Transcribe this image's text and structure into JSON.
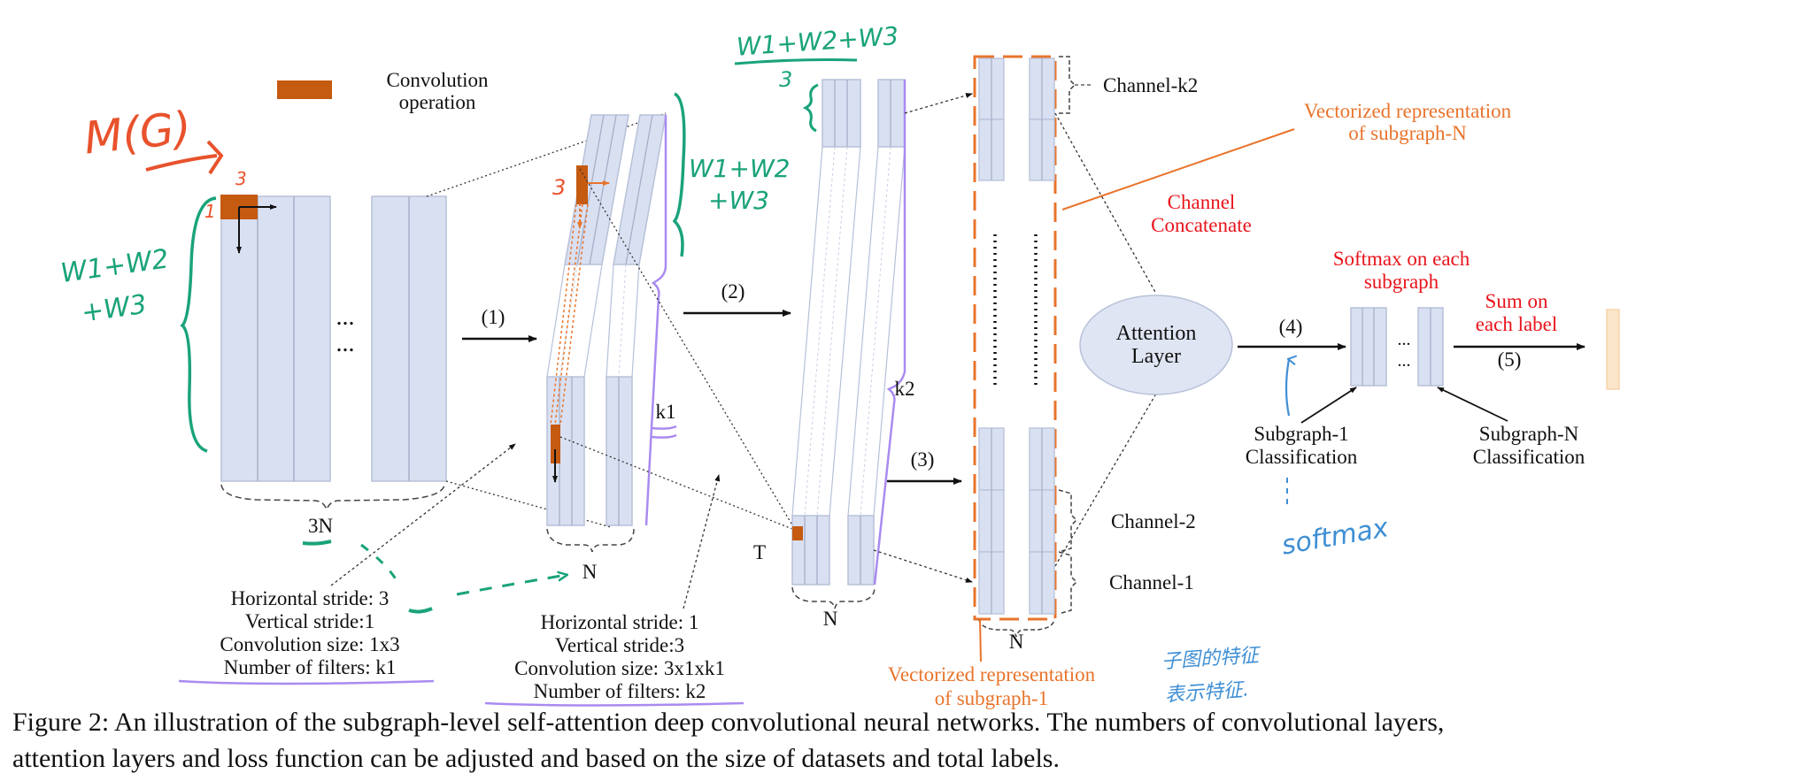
{
  "legend": {
    "swatch_color": "#c55a11",
    "label_line1": "Convolution",
    "label_line2": "operation"
  },
  "labels": {
    "dim_3n": "3N",
    "dim_n1": "N",
    "dim_n2": "N",
    "dim_n3": "N",
    "dim_k1": "k1",
    "dim_k2": "k2",
    "dim_t": "T",
    "step1": "(1)",
    "step2": "(2)",
    "step3": "(3)",
    "step4": "(4)",
    "step5": "(5)",
    "dots_h1": "...",
    "dots_h2": "...",
    "dots_s1": "...",
    "dots_s2": "..."
  },
  "conv1_params": [
    "Horizontal stride: 3",
    "Vertical stride:1",
    "Convolution size: 1x3",
    "Number of filters: k1"
  ],
  "conv2_params": [
    "Horizontal stride: 1",
    "Vertical stride:3",
    "Convolution size: 3x1xk1",
    "Number of filters: k2"
  ],
  "channels": {
    "top": "Channel-k2",
    "mid": "Channel-2",
    "bottom": "Channel-1"
  },
  "vectorized": {
    "top_line1": "Vectorized representation",
    "top_line2": "of subgraph-N",
    "bottom_line1": "Vectorized representation",
    "bottom_line2": "of subgraph-1"
  },
  "concat": {
    "line1": "Channel",
    "line2": "Concatenate"
  },
  "attention": {
    "line1": "Attention",
    "line2": "Layer"
  },
  "softmax": {
    "line1": "Softmax on each",
    "line2": "subgraph"
  },
  "sum": {
    "line1": "Sum on",
    "line2": "each label"
  },
  "classification": {
    "sub1_line1": "Subgraph-1",
    "sub1_line2": "Classification",
    "subN_line1": "Subgraph-N",
    "subN_line2": "Classification"
  },
  "handwritten": {
    "mg": "M(G)",
    "w_left_1": "W1+W2",
    "w_left_2": "+W3",
    "w_mid_1": "W1+W2",
    "w_mid_2": "+W3",
    "w_top": "W1+W2+W3",
    "three_a": "3",
    "three_b": "3",
    "three_c": "3",
    "one": "1",
    "softmax": "softmax",
    "cn_line1": "子图的特征",
    "cn_line2": "表示特征."
  },
  "caption": {
    "line1": "Figure 2:  An illustration of the subgraph-level self-attention deep convolutional neural networks.  The numbers of convolutional layers,",
    "line2": "attention layers and loss function can be adjusted and based on the size of datasets and total labels."
  },
  "colors": {
    "block_fill": "#d9e0f1",
    "block_stroke": "#b7c1d9",
    "conv_orange": "#c55a11",
    "red_text": "#e8141c",
    "orange_text": "#e8742c",
    "attention_fill": "#dfe5f3",
    "output_fill": "#fbe5c8",
    "hand_green": "#1aa37a",
    "hand_orange": "#e8522c",
    "hand_blue": "#3f8fd4",
    "hand_purple": "#a98bf0"
  }
}
